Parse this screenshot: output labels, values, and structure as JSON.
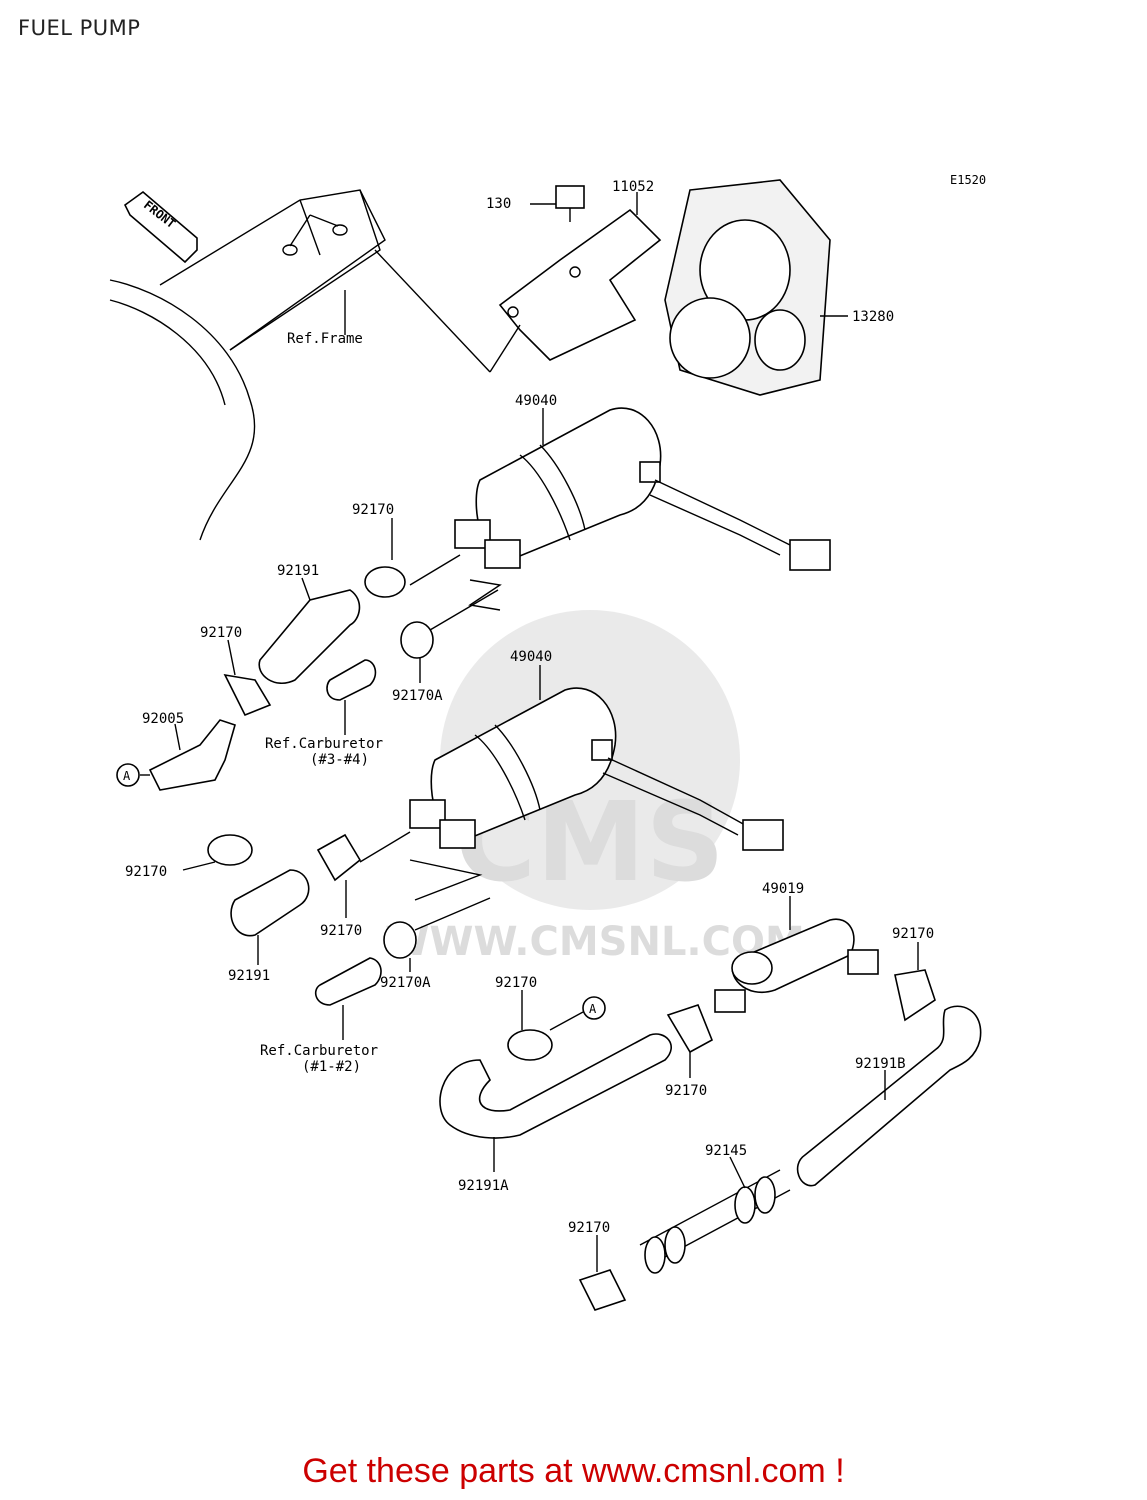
{
  "title": "FUEL PUMP",
  "diagram_code": "E1520",
  "direction_label": "FRONT",
  "ref_labels": {
    "frame": "Ref.Frame",
    "carb_34_line1": "Ref.Carburetor",
    "carb_34_line2": "(#3-#4)",
    "carb_12_line1": "Ref.Carburetor",
    "carb_12_line2": "(#1-#2)"
  },
  "callout_letter": "A",
  "parts": {
    "p130": "130",
    "p11052": "11052",
    "p13280": "13280",
    "p49040_upper": "49040",
    "p92170_a": "92170",
    "p92191_upper": "92191",
    "p92170_b": "92170",
    "p92170A_upper": "92170A",
    "p49040_lower": "49040",
    "p92005": "92005",
    "p92170_c": "92170",
    "p92170_d": "92170",
    "p92191_lower": "92191",
    "p92170A_lower": "92170A",
    "p49019": "49019",
    "p92170_e": "92170",
    "p92170_f": "92170",
    "p92170_g": "92170",
    "p92191B": "92191B",
    "p92191A": "92191A",
    "p92145": "92145",
    "p92170_h": "92170"
  },
  "watermark": {
    "logo": "CMS",
    "url": "WWW.CMSNL.COM"
  },
  "promo_text": "Get these parts at www.cmsnl.com !"
}
